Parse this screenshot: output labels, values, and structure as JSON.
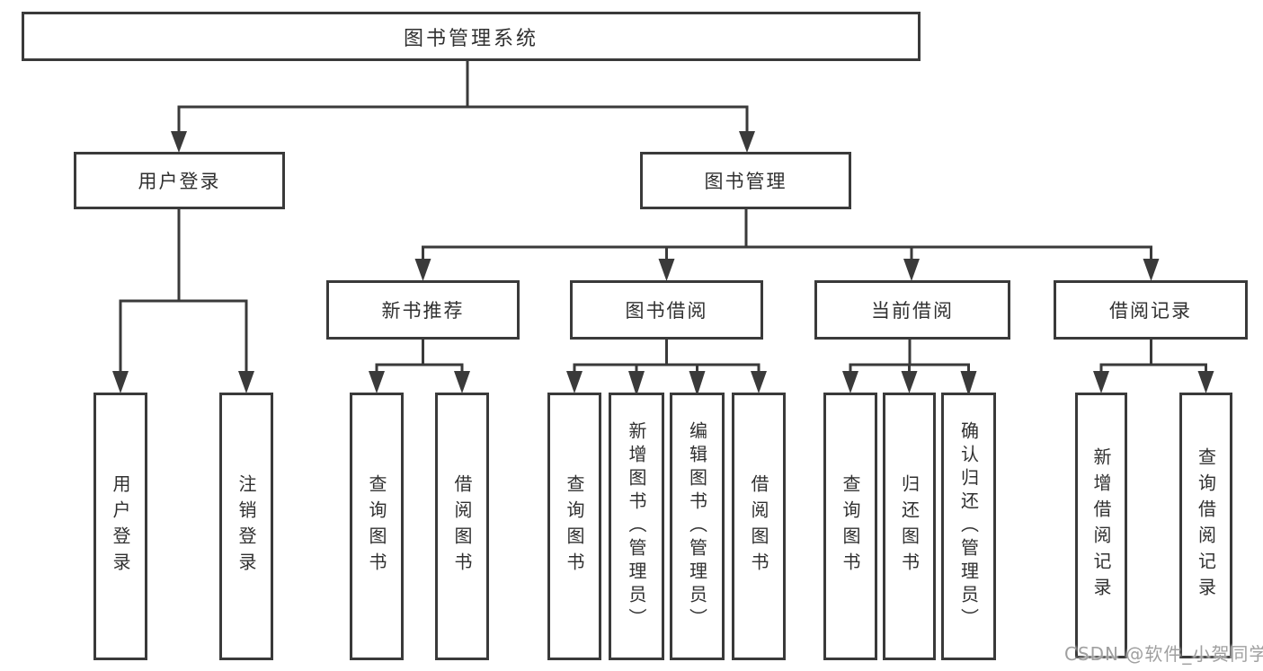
{
  "tree": {
    "label": "图书管理系统",
    "children": [
      {
        "label": "用户登录",
        "children": [
          {
            "label": "用户登录"
          },
          {
            "label": "注销登录"
          }
        ]
      },
      {
        "label": "图书管理",
        "children": [
          {
            "label": "新书推荐",
            "children": [
              {
                "label": "查询图书"
              },
              {
                "label": "借阅图书"
              }
            ]
          },
          {
            "label": "图书借阅",
            "children": [
              {
                "label": "查询图书"
              },
              {
                "label": "新增图书（管理员）"
              },
              {
                "label": "编辑图书（管理员）"
              },
              {
                "label": "借阅图书"
              }
            ]
          },
          {
            "label": "当前借阅",
            "children": [
              {
                "label": "查询图书"
              },
              {
                "label": "归还图书"
              },
              {
                "label": "确认归还（管理员）"
              }
            ]
          },
          {
            "label": "借阅记录",
            "children": [
              {
                "label": "新增借阅记录"
              },
              {
                "label": "查询借阅记录"
              }
            ]
          }
        ]
      }
    ]
  },
  "watermark": {
    "text": "CSDN @软件_小贺同学"
  },
  "colors": {
    "line": "#3a3a3a",
    "text": "#303030",
    "background": "#ffffff",
    "watermark": "#a0a0a0"
  }
}
